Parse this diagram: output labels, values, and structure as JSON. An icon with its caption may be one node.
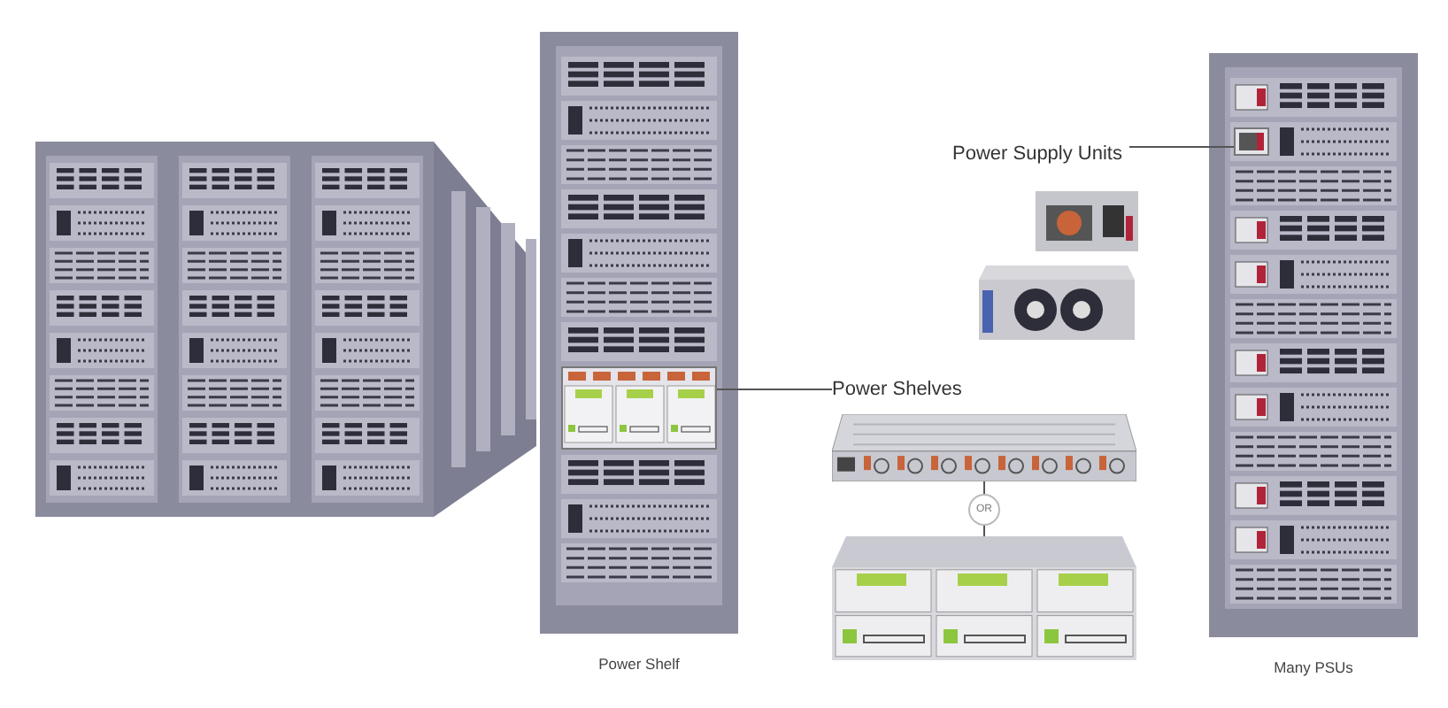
{
  "diagram": {
    "nodes": [
      {
        "text": [],
        "shape": "picture"
      },
      {
        "text": [],
        "shape": "picture",
        "beside": [
          "Power Shelf"
        ]
      },
      {
        "text": [],
        "shape": "box",
        "in": 1
      },
      {
        "text": [
          "Power Supply Units"
        ]
      },
      {
        "text": [],
        "shape": "picture"
      },
      {
        "text": [],
        "shape": "picture"
      },
      {
        "text": [],
        "shape": "picture",
        "beside": [
          "Many PSUs"
        ]
      },
      {
        "text": [],
        "shape": "box",
        "in": 6
      },
      {
        "text": [
          "Power Shelves"
        ]
      },
      {
        "text": [],
        "shape": "picture"
      },
      {
        "text": [],
        "shape": "picture"
      }
    ],
    "edges": [
      {
        "from": 8,
        "to": 2,
        "arrow": "none"
      },
      {
        "from": 3,
        "to": 7,
        "arrow": "none"
      },
      {
        "from": 9,
        "to": 10,
        "arrow": "none",
        "label": "OR"
      }
    ]
  }
}
